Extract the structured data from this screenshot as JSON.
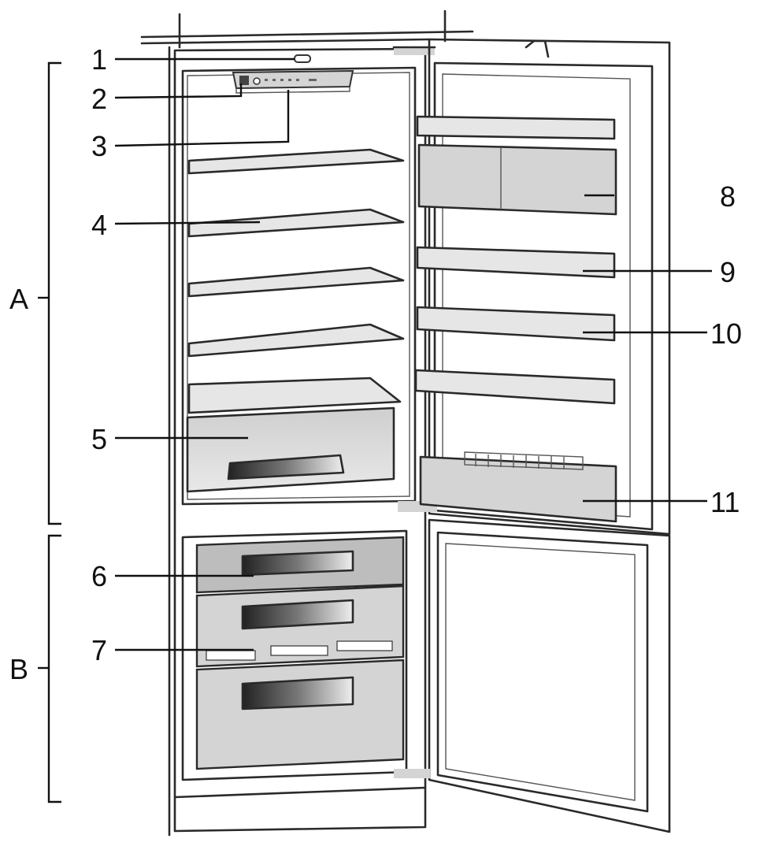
{
  "callouts": [
    "1",
    "2",
    "3",
    "4",
    "5",
    "6",
    "7",
    "8",
    "9",
    "10",
    "11"
  ],
  "sections": [
    "A",
    "B"
  ]
}
